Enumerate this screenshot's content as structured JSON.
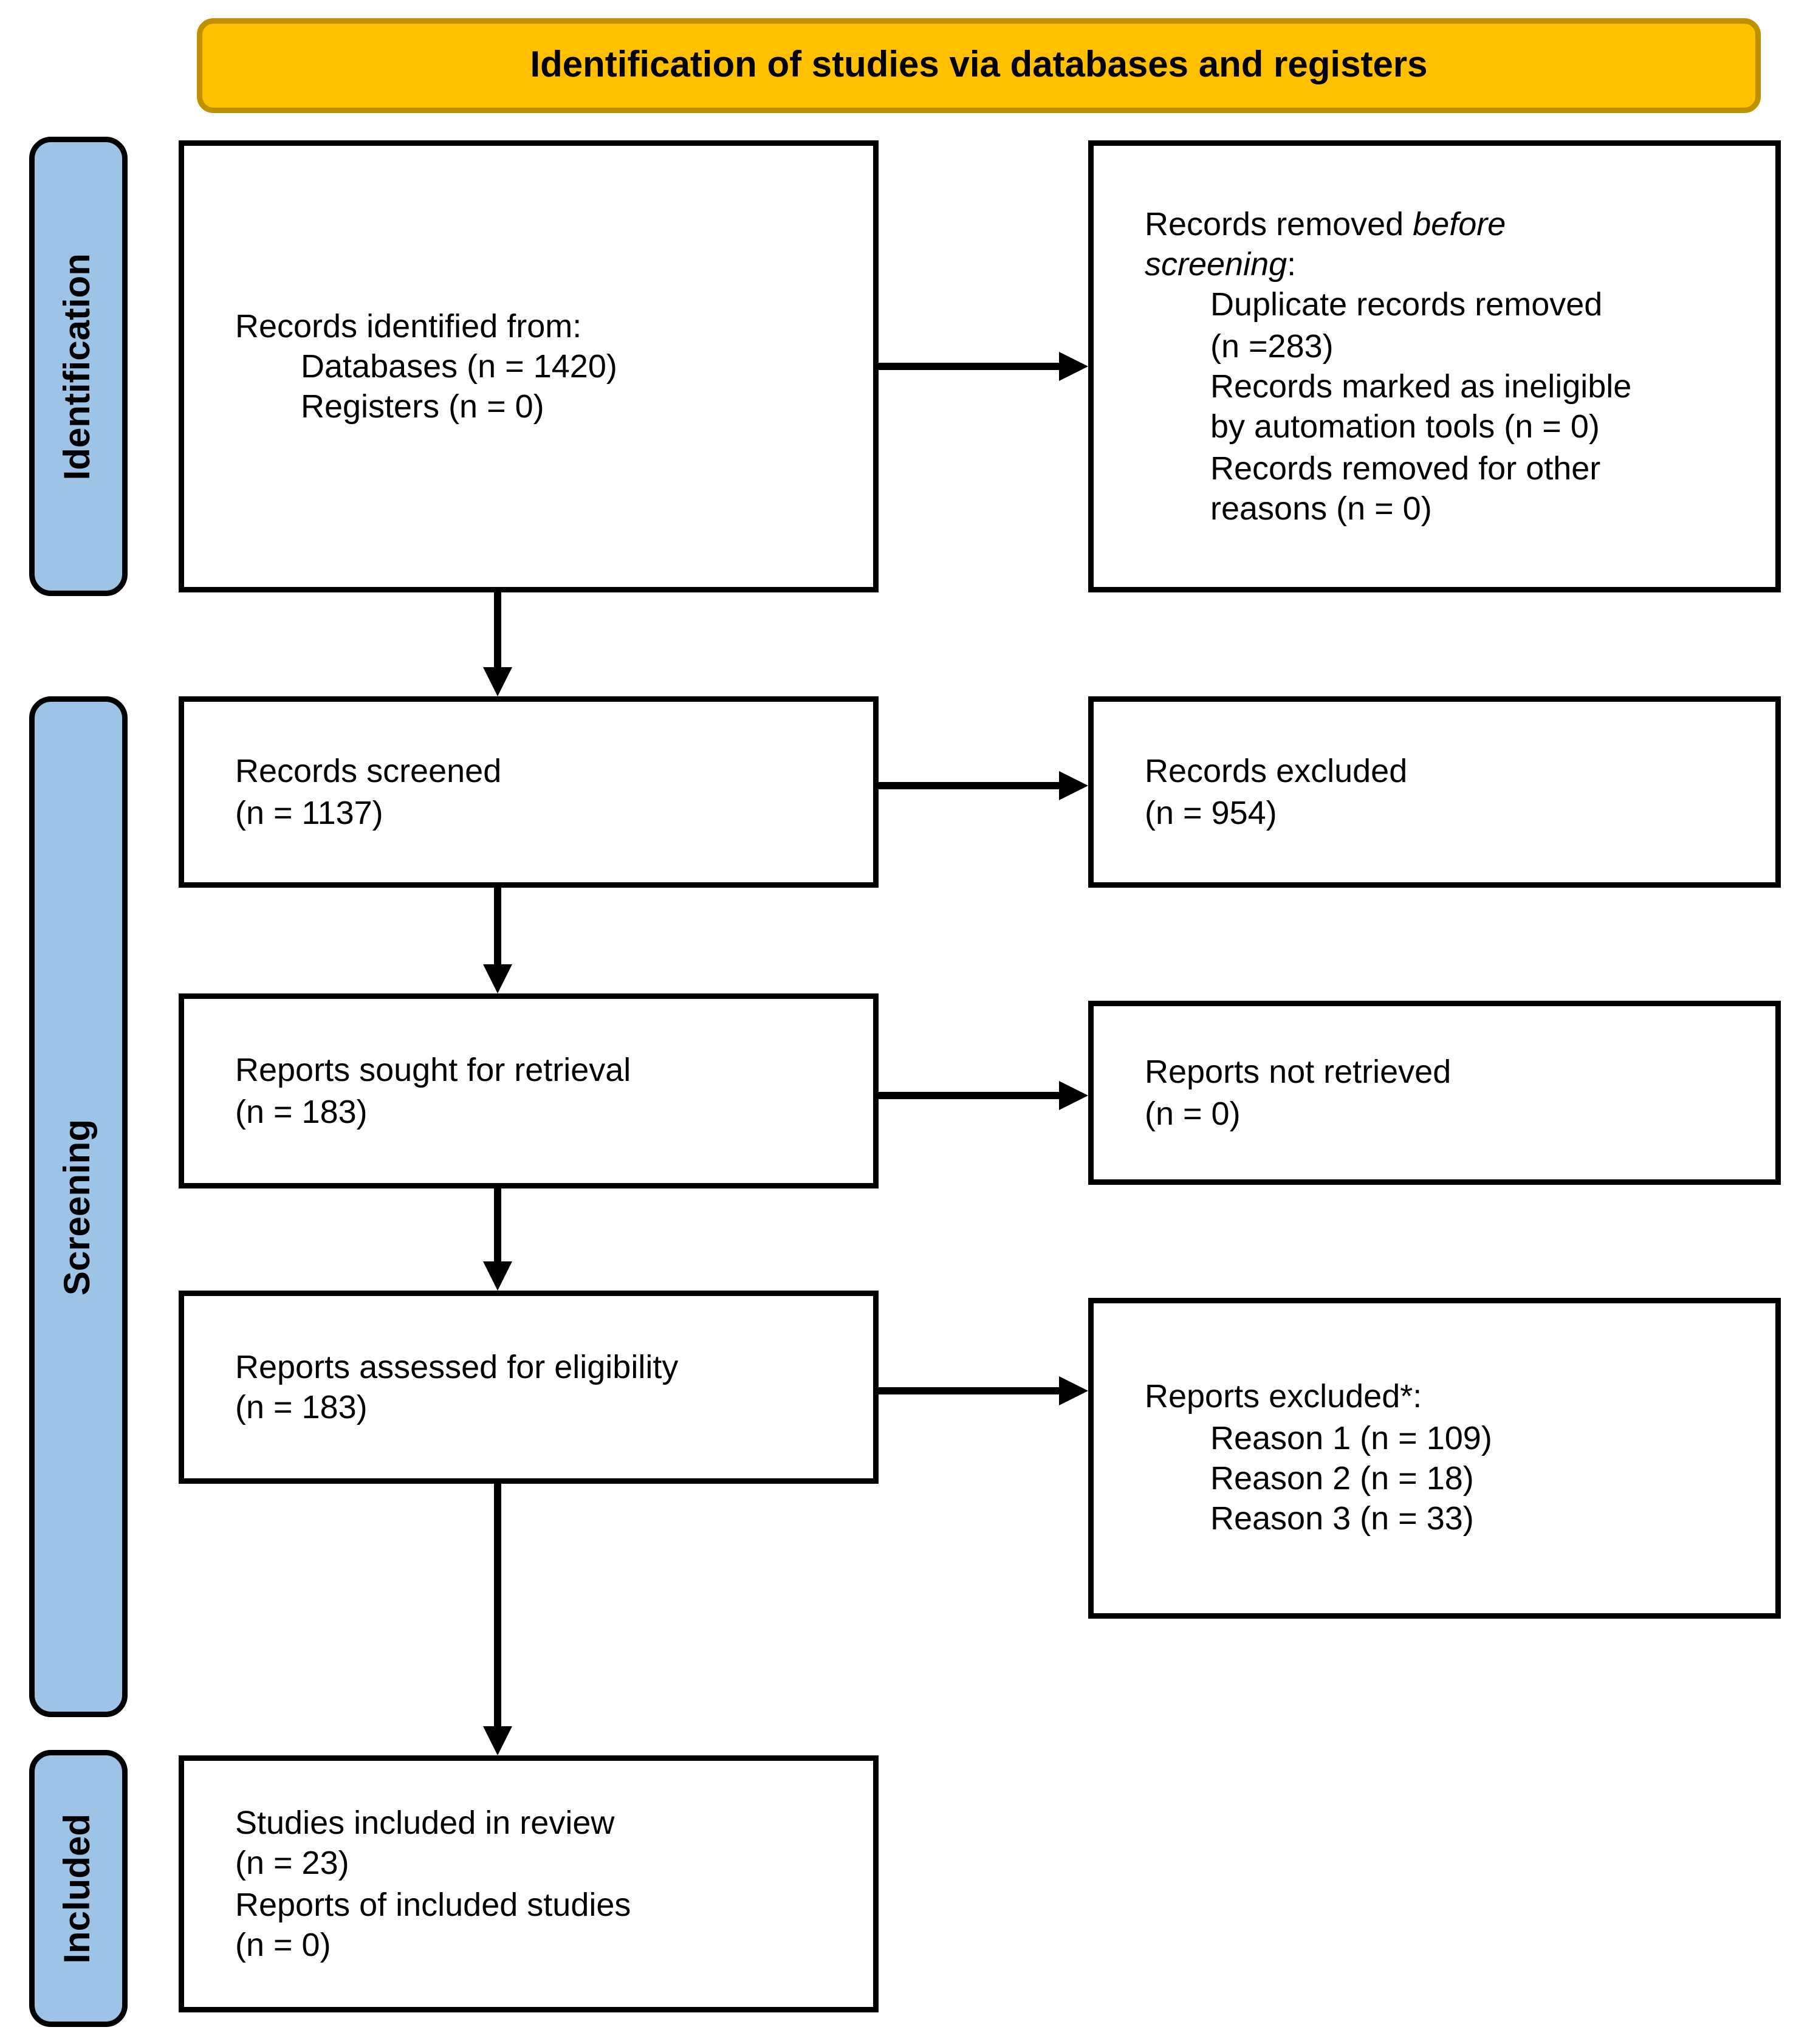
{
  "banner": {
    "title": "Identification of studies via databases and registers"
  },
  "sidebar": {
    "identification": "Identification",
    "screening": "Screening",
    "included": "Included"
  },
  "boxes": {
    "records_identified": {
      "intro": "Records identified from:",
      "items": [
        "Databases (n = 1420)",
        "Registers (n = 0)"
      ]
    },
    "records_removed": {
      "intro_prefix": "Records removed ",
      "intro_italic_1": "before",
      "intro_italic_2": "screening",
      "intro_suffix": ":",
      "items": [
        [
          "Duplicate records removed",
          "(n =283)"
        ],
        [
          "Records marked as ineligible",
          "by automation tools (n = 0)"
        ],
        [
          "Records removed for other",
          "reasons (n = 0)"
        ]
      ]
    },
    "records_screened": {
      "lines": [
        "Records screened",
        "(n = 1137)"
      ]
    },
    "records_excluded": {
      "lines": [
        "Records excluded",
        "(n = 954)"
      ]
    },
    "reports_sought": {
      "lines": [
        "Reports sought for retrieval",
        "(n = 183)"
      ]
    },
    "reports_not_retrieved": {
      "lines": [
        "Reports not retrieved",
        "(n = 0)"
      ]
    },
    "reports_assessed": {
      "lines": [
        "Reports assessed for eligibility",
        "(n = 183)"
      ]
    },
    "reports_excluded": {
      "intro": "Reports excluded*:",
      "items": [
        "Reason 1 (n = 109)",
        "Reason 2 (n = 18)",
        "Reason 3 (n = 33)"
      ]
    },
    "studies_included": {
      "lines": [
        "Studies included in review",
        "(n = 23)",
        "Reports of included studies",
        "(n = 0)"
      ]
    }
  },
  "colors": {
    "banner_fill": "#FFC000",
    "banner_border": "#BF9000",
    "stage_fill": "#9DC3E6",
    "box_border": "#000000",
    "arrow": "#000000"
  }
}
